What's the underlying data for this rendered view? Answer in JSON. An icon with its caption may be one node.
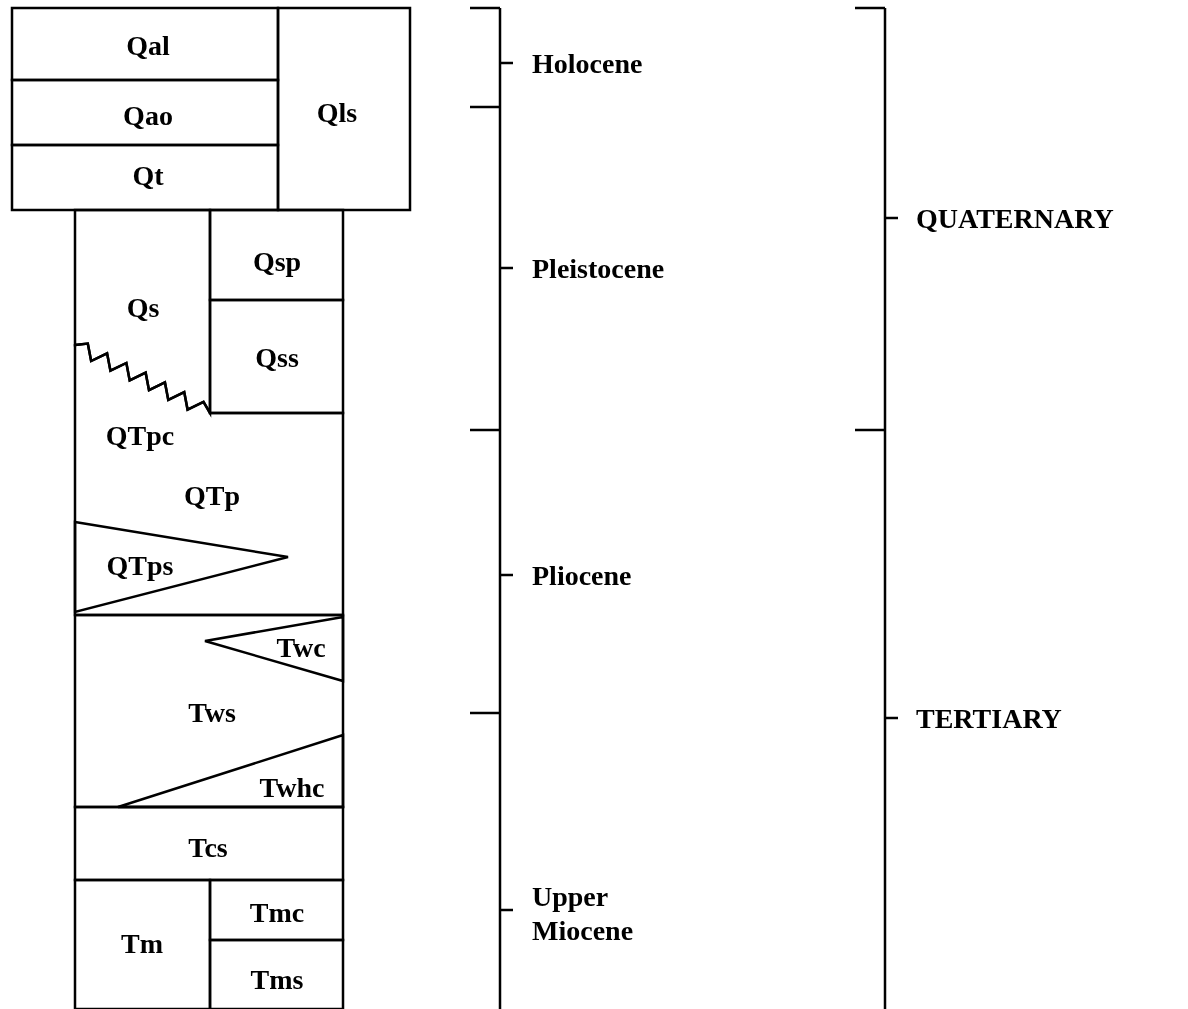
{
  "diagram": {
    "nodes": [
      {
        "text": [
          "Qal"
        ]
      },
      {
        "text": [
          "Qao"
        ]
      },
      {
        "text": [
          "Qt"
        ]
      },
      {
        "text": [
          "Qls"
        ]
      },
      {
        "text": [
          "Qs"
        ]
      },
      {
        "text": [
          "Qsp"
        ]
      },
      {
        "text": [
          "Qss"
        ]
      },
      {
        "text": [
          "QTpc",
          "QTp"
        ]
      },
      {
        "text": [
          "QTps"
        ],
        "in": 7
      },
      {
        "text": [
          "Tws"
        ]
      },
      {
        "text": [
          "Twc"
        ],
        "in": 9
      },
      {
        "text": [
          "Twhc"
        ],
        "in": 9
      },
      {
        "text": [
          "Tcs"
        ]
      },
      {
        "text": [
          "Tm"
        ]
      },
      {
        "text": [
          "Tmc"
        ]
      },
      {
        "text": [
          "Tms"
        ]
      }
    ],
    "edges": [],
    "labels": [
      "Holocene",
      "QUATERNARY",
      "Pleistocene",
      "Pliocene",
      "TERTIARY",
      "Upper Miocene"
    ]
  }
}
